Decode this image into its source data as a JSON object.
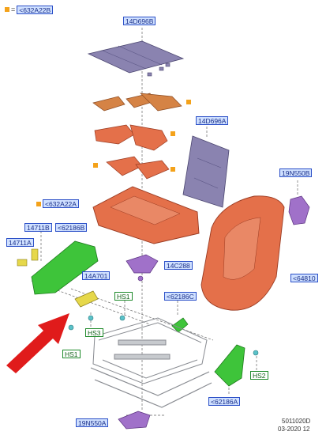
{
  "legend": {
    "symbol": "=",
    "code": "<632A22B"
  },
  "labels": {
    "l14D696B": "14D696B",
    "l14D696A": "14D696A",
    "l19N550B": "19N550B",
    "l632A22A": "<632A22A",
    "l14711B": "14711B",
    "l62186B": "<62186B",
    "l14711A": "14711A",
    "l14C288": "14C288",
    "l64810": "<64810",
    "l14A701": "14A701",
    "lHS1a": "HS1",
    "l62186C": "<62186C",
    "lHS3": "HS3",
    "lHS1b": "HS1",
    "lHS2": "HS2",
    "l62186A": "<62186A",
    "l19N550A": "19N550A"
  },
  "footer": {
    "ref": "5011020D",
    "date": "03-2020 12"
  },
  "colors": {
    "callout_blue_bg": "#cfe0ff",
    "callout_blue_border": "#2b4fc7",
    "callout_green_border": "#1e8a2a",
    "marker_orange": "#f4a21a",
    "arrow_red": "#e01b1b",
    "foam_orange": "#e4704a",
    "mat_purple": "#8a83b0",
    "frame_gray": "#b9bcc1"
  }
}
